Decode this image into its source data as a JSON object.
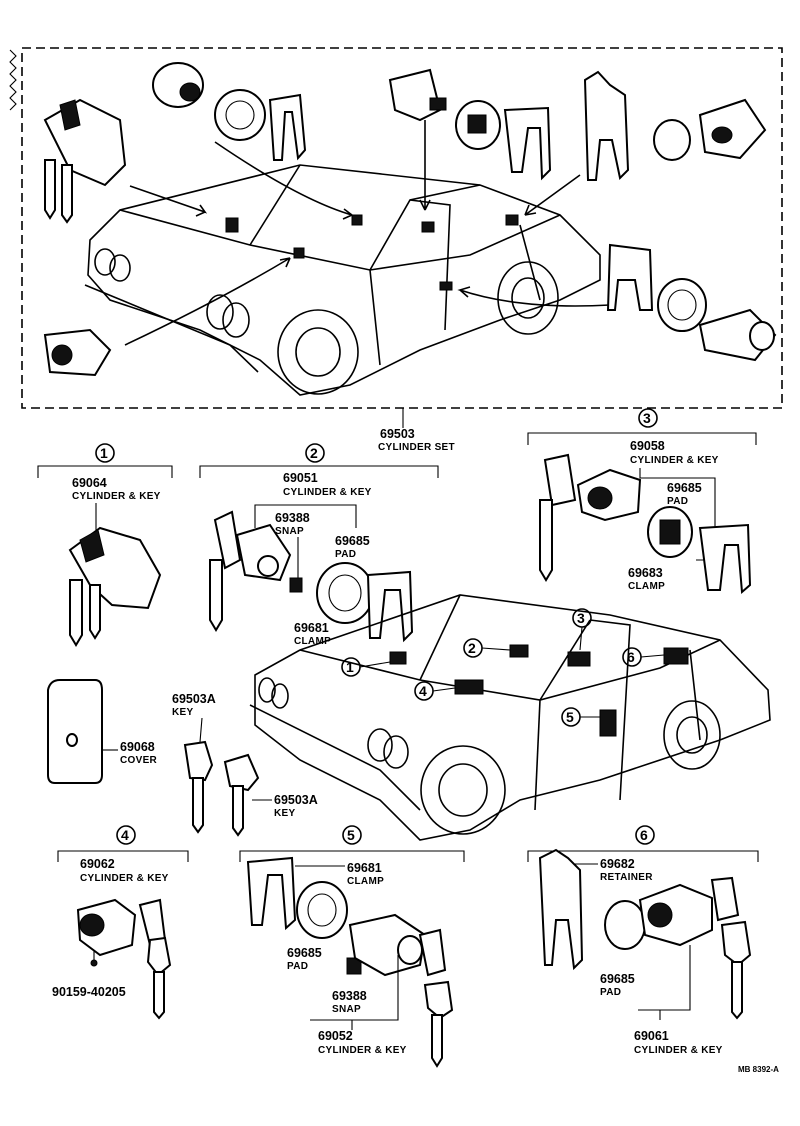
{
  "cylinder_set": {
    "part": "69503",
    "name": "CYLINDER SET"
  },
  "groups": [
    {
      "circle": "1",
      "part": "69064",
      "name": "CYLINDER & KEY"
    },
    {
      "circle": "2",
      "part": "69051",
      "name": "CYLINDER & KEY"
    },
    {
      "circle": "3",
      "part": "69058",
      "name": "CYLINDER & KEY"
    },
    {
      "circle": "4",
      "part": "69062",
      "name": "CYLINDER & KEY"
    },
    {
      "circle": "5",
      "part": "69052",
      "name": "CYLINDER & KEY"
    },
    {
      "circle": "6",
      "part": "69061",
      "name": "CYLINDER & KEY"
    }
  ],
  "sub_parts": {
    "g2_snap": {
      "part": "69388",
      "name": "SNAP"
    },
    "g2_pad": {
      "part": "69685",
      "name": "PAD"
    },
    "g2_clamp": {
      "part": "69681",
      "name": "CLAMP"
    },
    "g3_pad": {
      "part": "69685",
      "name": "PAD"
    },
    "g3_clamp": {
      "part": "69683",
      "name": "CLAMP"
    },
    "cover": {
      "part": "69068",
      "name": "COVER"
    },
    "key_a": {
      "part": "69503A",
      "name": "KEY"
    },
    "key_b": {
      "part": "69503A",
      "name": "KEY"
    },
    "g4_screw": {
      "part": "90159-40205"
    },
    "g5_clamp": {
      "part": "69681",
      "name": "CLAMP"
    },
    "g5_pad": {
      "part": "69685",
      "name": "PAD"
    },
    "g5_snap": {
      "part": "69388",
      "name": "SNAP"
    },
    "g6_retainer": {
      "part": "69682",
      "name": "RETAINER"
    },
    "g6_pad": {
      "part": "69685",
      "name": "PAD"
    }
  },
  "car_callouts": [
    "1",
    "2",
    "3",
    "4",
    "5",
    "6"
  ],
  "ref_code": "MB 8392-A"
}
